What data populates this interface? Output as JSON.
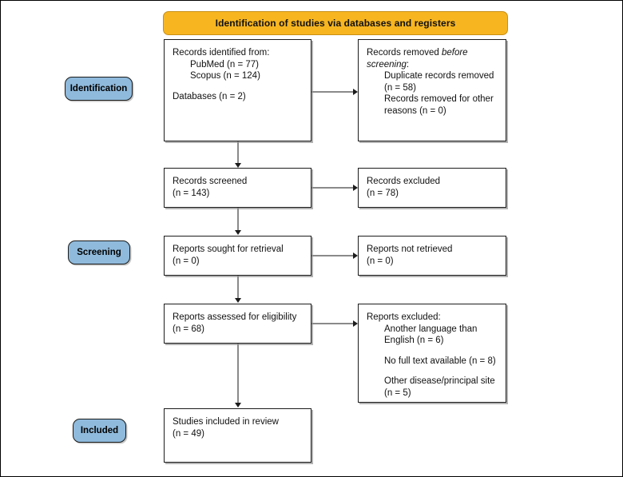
{
  "banner": {
    "title": "Identification of studies via databases and registers",
    "color": "#F7B520"
  },
  "stages": [
    {
      "label": "Identification",
      "color": "#8FBADC"
    },
    {
      "label": "Screening",
      "color": "#8FBADC"
    },
    {
      "label": "Included",
      "color": "#8FBADC"
    }
  ],
  "boxes": {
    "records_identified": {
      "l1": "Records identified from:",
      "l2": "PubMed (n = 77)",
      "l3": "Scopus (n = 124)",
      "l4": "Databases (n = 2)"
    },
    "records_removed": {
      "l1a": "Records removed ",
      "l1b": "before",
      "l2a": "screening",
      "l2b": ":",
      "l3": "Duplicate records removed",
      "l4": "(n = 58)",
      "l5": "Records removed for other",
      "l6": "reasons (n = 0)"
    },
    "records_screened": {
      "l1": "Records screened",
      "l2": "(n = 143)"
    },
    "records_excluded": {
      "l1": "Records excluded",
      "l2": "(n = 78)"
    },
    "reports_sought": {
      "l1": "Reports sought for retrieval",
      "l2": "(n = 0)"
    },
    "reports_not_retrieved": {
      "l1": "Reports not retrieved",
      "l2": "(n = 0)"
    },
    "reports_assessed": {
      "l1": "Reports assessed for eligibility",
      "l2": "(n = 68)"
    },
    "reports_excluded": {
      "l1": "Reports excluded:",
      "l2": "Another language than",
      "l3": "English (n = 6)",
      "l4": "No full text available (n = 8)",
      "l5": "Other disease/principal site",
      "l6": "(n = 5)"
    },
    "studies_included": {
      "l1": "Studies included in review",
      "l2": "(n = 49)"
    }
  },
  "chart_data": {
    "type": "diagram",
    "title": "Identification of studies via databases and registers",
    "stages": [
      "Identification",
      "Screening",
      "Included"
    ],
    "nodes": [
      {
        "id": "records_identified",
        "stage": "Identification",
        "counts": {
          "PubMed": 77,
          "Scopus": 124,
          "Databases": 2
        }
      },
      {
        "id": "records_removed",
        "stage": "Identification",
        "counts": {
          "Duplicate records removed": 58,
          "Records removed for other reasons": 0
        }
      },
      {
        "id": "records_screened",
        "stage": "Screening",
        "counts": {
          "n": 143
        }
      },
      {
        "id": "records_excluded",
        "stage": "Screening",
        "counts": {
          "n": 78
        }
      },
      {
        "id": "reports_sought",
        "stage": "Screening",
        "counts": {
          "n": 0
        }
      },
      {
        "id": "reports_not_retrieved",
        "stage": "Screening",
        "counts": {
          "n": 0
        }
      },
      {
        "id": "reports_assessed",
        "stage": "Screening",
        "counts": {
          "n": 68
        }
      },
      {
        "id": "reports_excluded",
        "stage": "Screening",
        "counts": {
          "Another language than English": 6,
          "No full text available": 8,
          "Other disease/principal site": 5
        }
      },
      {
        "id": "studies_included",
        "stage": "Included",
        "counts": {
          "n": 49
        }
      }
    ],
    "edges": [
      {
        "from": "records_identified",
        "to": "records_removed"
      },
      {
        "from": "records_identified",
        "to": "records_screened"
      },
      {
        "from": "records_screened",
        "to": "records_excluded"
      },
      {
        "from": "records_screened",
        "to": "reports_sought"
      },
      {
        "from": "reports_sought",
        "to": "reports_not_retrieved"
      },
      {
        "from": "reports_sought",
        "to": "reports_assessed"
      },
      {
        "from": "reports_assessed",
        "to": "reports_excluded"
      },
      {
        "from": "reports_assessed",
        "to": "studies_included"
      }
    ]
  }
}
